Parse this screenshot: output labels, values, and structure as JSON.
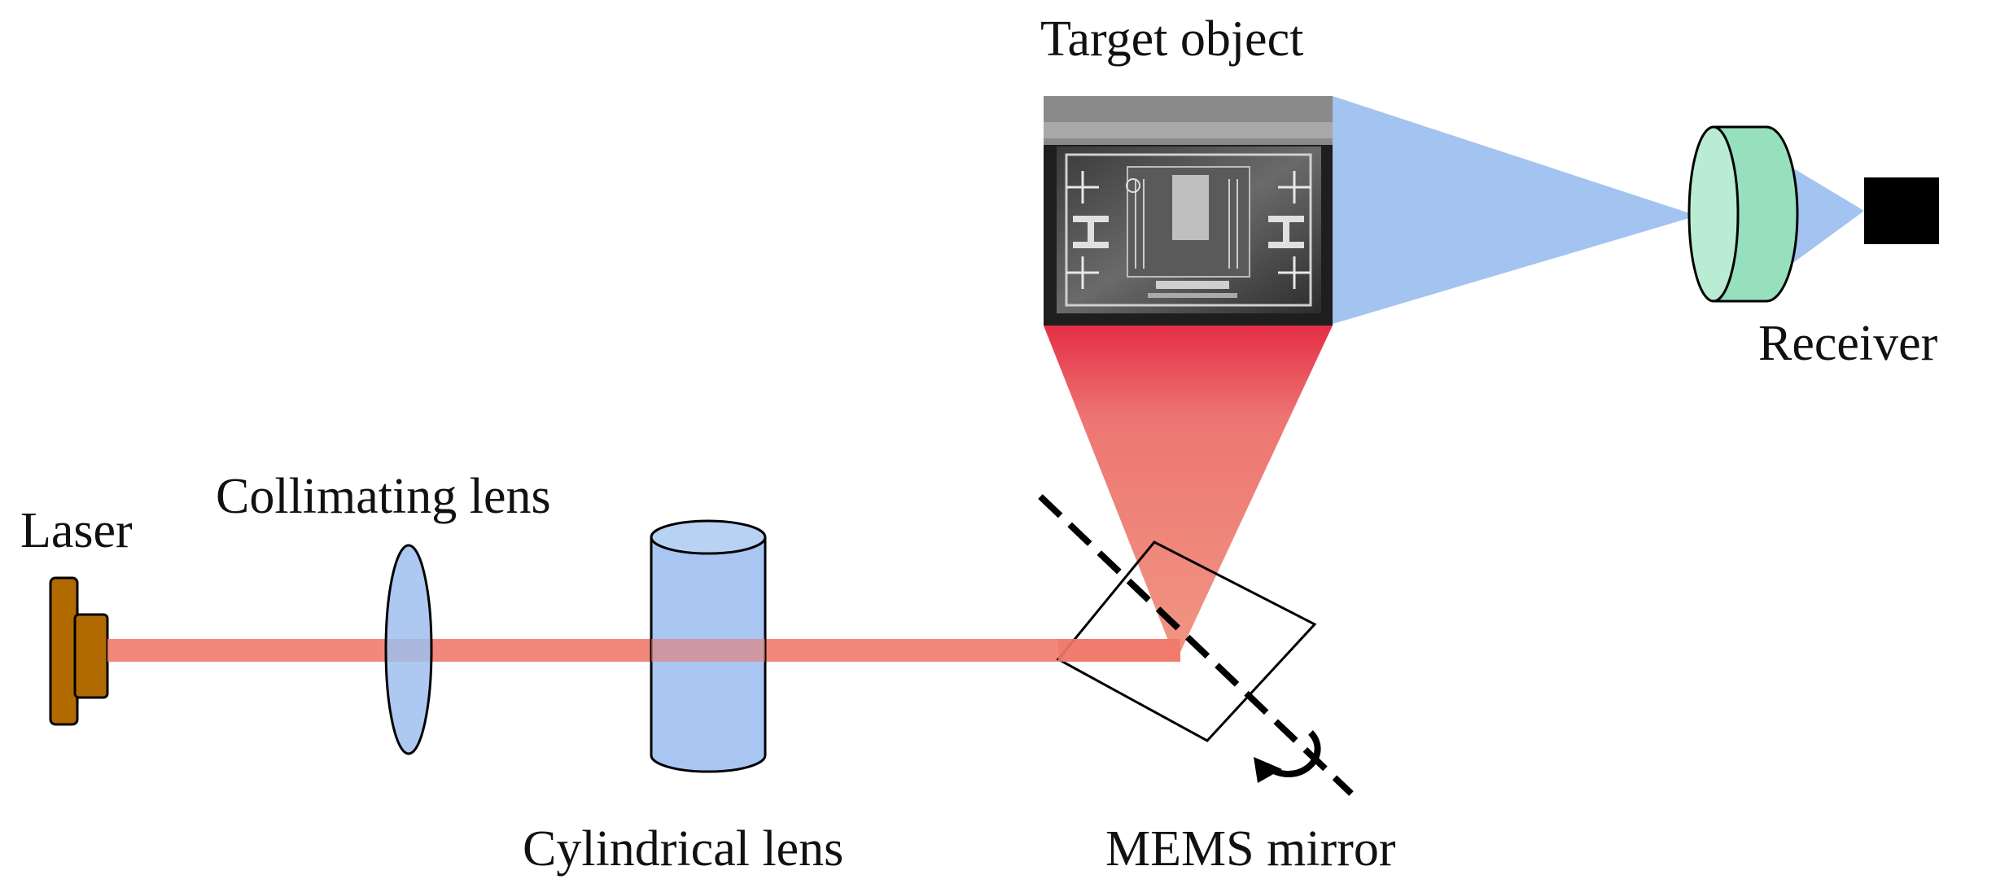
{
  "labels": {
    "laser": "Laser",
    "collimating_lens": "Collimating lens",
    "cylindrical_lens": "Cylindrical lens",
    "mems_mirror": "MEMS mirror",
    "target_object": "Target object",
    "receiver": "Receiver"
  },
  "colors": {
    "laser_body": "#b06a00",
    "laser_beam": "#ef7b6d",
    "fan_beam_top": "#e3243b",
    "fan_beam_bottom": "#f0917b",
    "lens_blue": "#9fc0ef",
    "return_light": "#a3c3f0",
    "receiver_lens": "#97e0bd",
    "detector": "#000000"
  }
}
